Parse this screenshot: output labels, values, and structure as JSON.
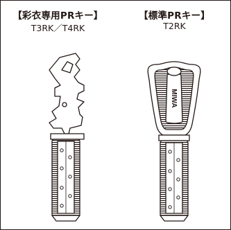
{
  "left_key": {
    "title": "【彩衣専用PRキー】",
    "model": "T3RK／T4RK"
  },
  "right_key": {
    "title": "【標準PRキー】",
    "model": "T2RK",
    "bow_logo": "MIWA"
  }
}
